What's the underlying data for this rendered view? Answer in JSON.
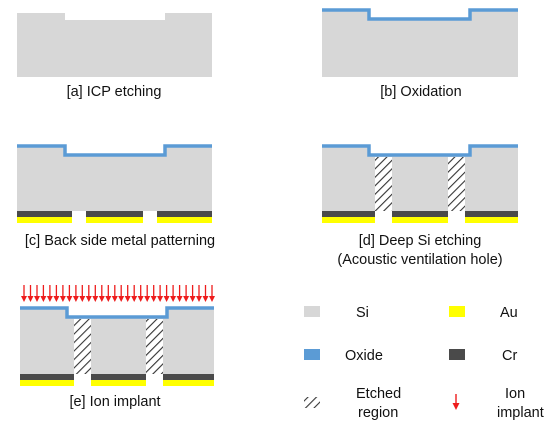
{
  "colors": {
    "silicon": "#d7d7d7",
    "oxide": "#5b9bd5",
    "gold": "#ffff00",
    "chrome": "#4a4a4a",
    "ion_arrow": "#ee1c1c",
    "hatch": "#333333"
  },
  "captions": {
    "a": "[a] ICP etching",
    "b": "[b] Oxidation",
    "c": "[c] Back side metal patterning",
    "d_line1": "[d] Deep Si etching",
    "d_line2": "(Acoustic ventilation hole)",
    "e": "[e] Ion implant"
  },
  "legend": {
    "si": "Si",
    "au": "Au",
    "oxide": "Oxide",
    "cr": "Cr",
    "etched_line1": "Etched",
    "etched_line2": "region",
    "ion_line1": "Ion",
    "ion_line2": "implant"
  }
}
